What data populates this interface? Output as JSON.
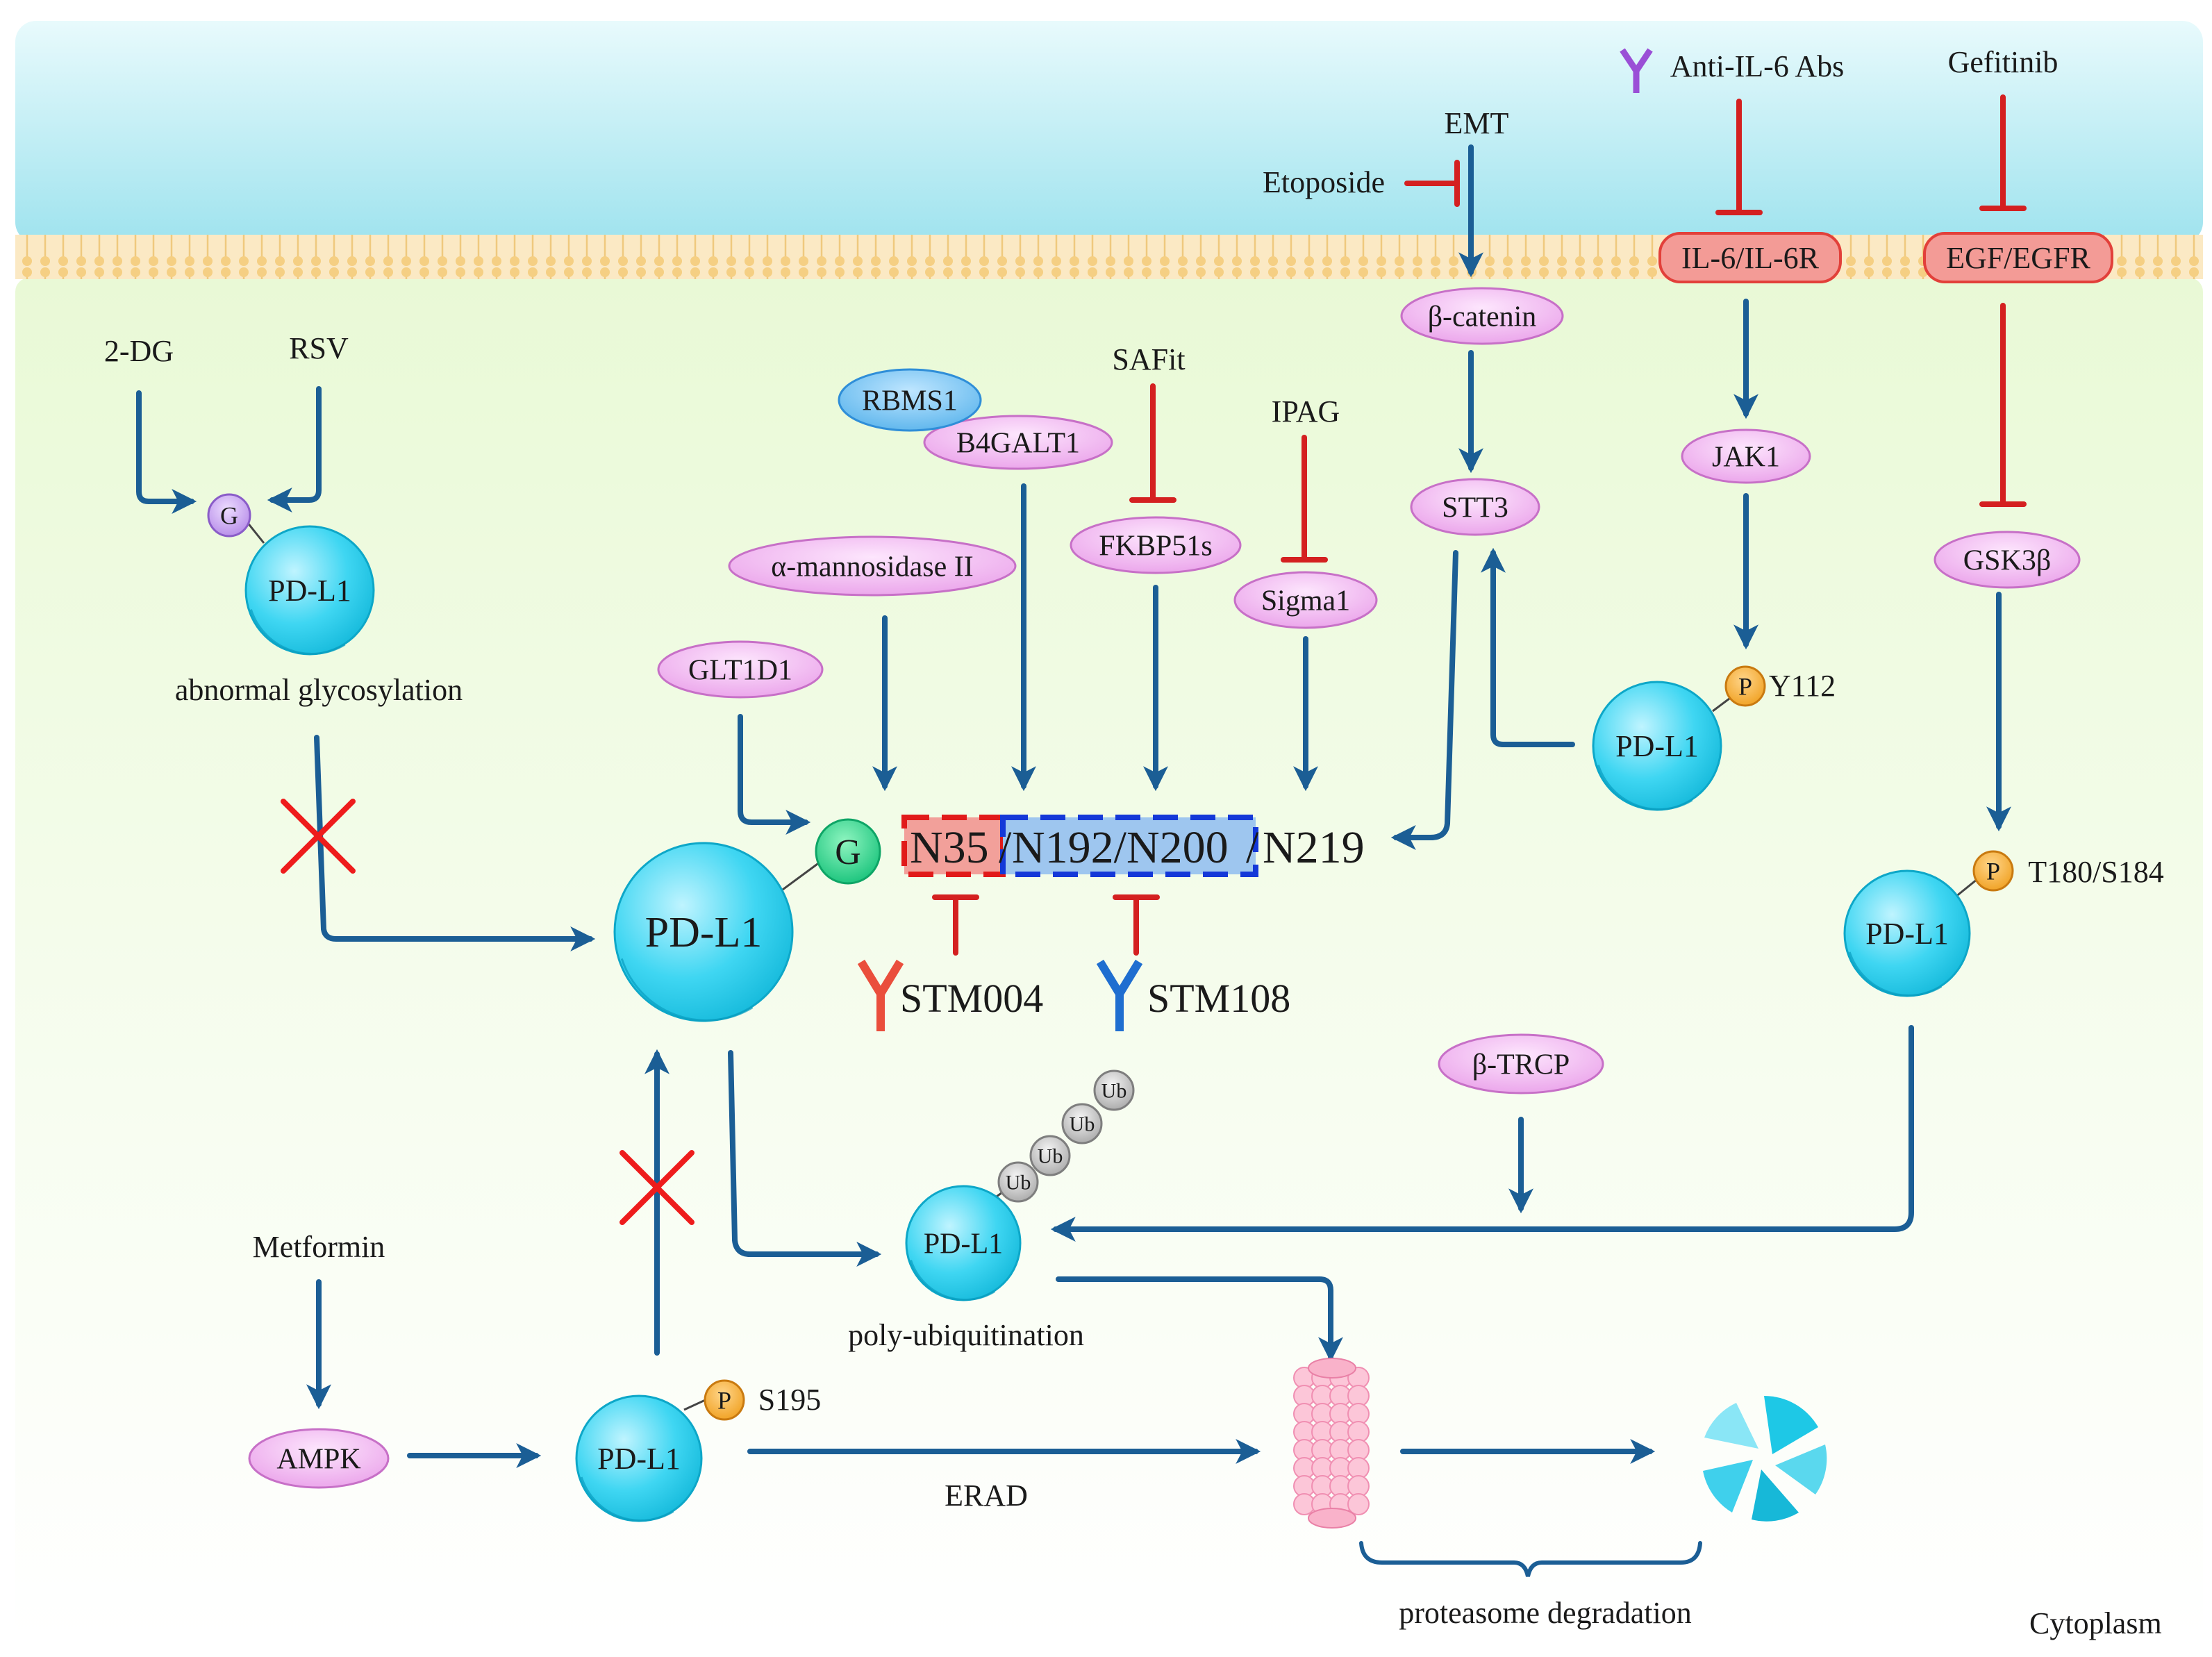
{
  "regions": {
    "cytoplasm_label": "Cytoplasm",
    "colors": {
      "extracellular": "#bdeef4",
      "cytoplasm": "#effbe0",
      "membrane": "#f7dca8",
      "protein": "#17c4e4",
      "node": "#f2b6f1",
      "receptor": "#f29595",
      "arrow": "#1b5e95",
      "inhibit": "#d42020"
    }
  },
  "top": {
    "emt": "EMT",
    "etoposide": "Etoposide",
    "anti_il6": "Anti-IL-6 Abs",
    "gefitinib": "Gefitinib",
    "il6r": "IL-6/IL-6R",
    "egfr": "EGF/EGFR",
    "beta_catenin": "β-catenin",
    "jak1": "JAK1",
    "stt3": "STT3",
    "gsk3b": "GSK3β"
  },
  "glycosylation": {
    "two_dg": "2-DG",
    "rsv": "RSV",
    "g_small": "G",
    "pdl1_abnormal": "PD-L1",
    "abnormal_label": "abnormal glycosylation"
  },
  "enzymes": {
    "rbms1": "RBMS1",
    "b4galt1": "B4GALT1",
    "safit": "SAFit",
    "fkbp51s": "FKBP51s",
    "ipag": "IPAG",
    "sigma1": "Sigma1",
    "mannosidase": "α-mannosidase II",
    "glt1d1": "GLT1D1"
  },
  "central": {
    "pdl1_main": "PD-L1",
    "g_main": "G",
    "n35": "N35",
    "slash1": "/",
    "n192": "N192/N200",
    "slash2": "/",
    "n219": "N219",
    "stm004": "STM004",
    "stm108": "STM108"
  },
  "phospho": {
    "p": "P",
    "y112": "Y112",
    "pdl1_y112": "PD-L1",
    "t180": "T180/S184",
    "pdl1_t180": "PD-L1",
    "s195": "S195",
    "pdl1_s195": "PD-L1"
  },
  "degradation": {
    "btrcp": "β-TRCP",
    "ub": "Ub",
    "pdl1_ub": "PD-L1",
    "polyub_label": "poly-ubiquitination",
    "metformin": "Metformin",
    "ampk": "AMPK",
    "erad": "ERAD",
    "proteasome_label": "proteasome degradation"
  }
}
